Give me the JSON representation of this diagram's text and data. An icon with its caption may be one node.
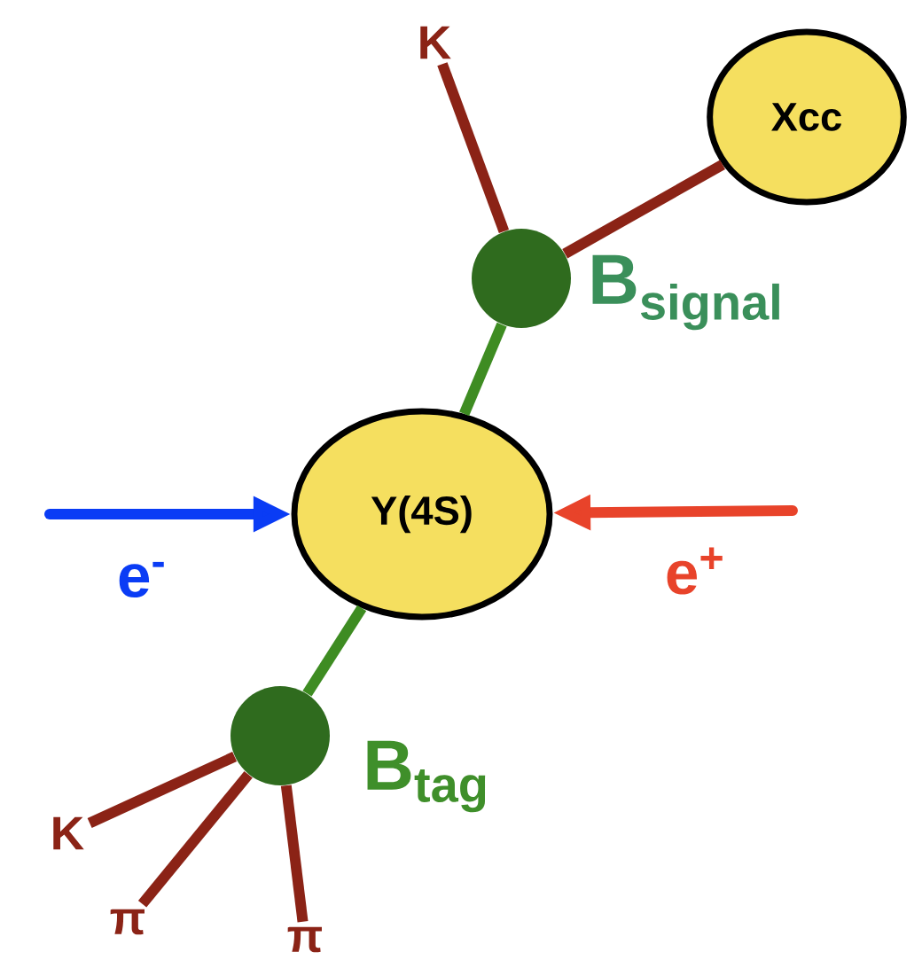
{
  "diagram": {
    "nodes": [
      {
        "text": [
          "Y(4S)"
        ]
      },
      {
        "text": [
          "Xcc"
        ]
      },
      {
        "text": [],
        "shape": "circle",
        "beside": [
          "B$_{signal}$"
        ]
      },
      {
        "text": [],
        "shape": "circle",
        "beside": [
          "B$_{tag}$"
        ]
      },
      {
        "text": [
          "K"
        ]
      },
      {
        "text": [
          "K"
        ]
      },
      {
        "text": [
          "π"
        ]
      },
      {
        "text": [
          "π"
        ]
      }
    ],
    "edges": [
      {
        "from": 0,
        "to": 2,
        "arrow": "none",
        "color": "#3e8c22"
      },
      {
        "from": 0,
        "to": 3,
        "arrow": "none",
        "color": "#3e8c22"
      },
      {
        "from": 2,
        "to": 4,
        "arrow": "none"
      },
      {
        "from": 2,
        "to": 1,
        "arrow": "none"
      },
      {
        "from": 3,
        "to": 5,
        "arrow": "none"
      },
      {
        "from": 3,
        "to": 6,
        "arrow": "none"
      },
      {
        "from": 3,
        "to": 7,
        "arrow": "none"
      },
      {
        "from": null,
        "to": 0,
        "arrow": "to",
        "label": "e$^{-}$",
        "color": "#0a3cf5"
      },
      {
        "from": null,
        "to": 0,
        "arrow": "to",
        "label": "e$^{+}$",
        "color": "#e8432a"
      }
    ]
  }
}
